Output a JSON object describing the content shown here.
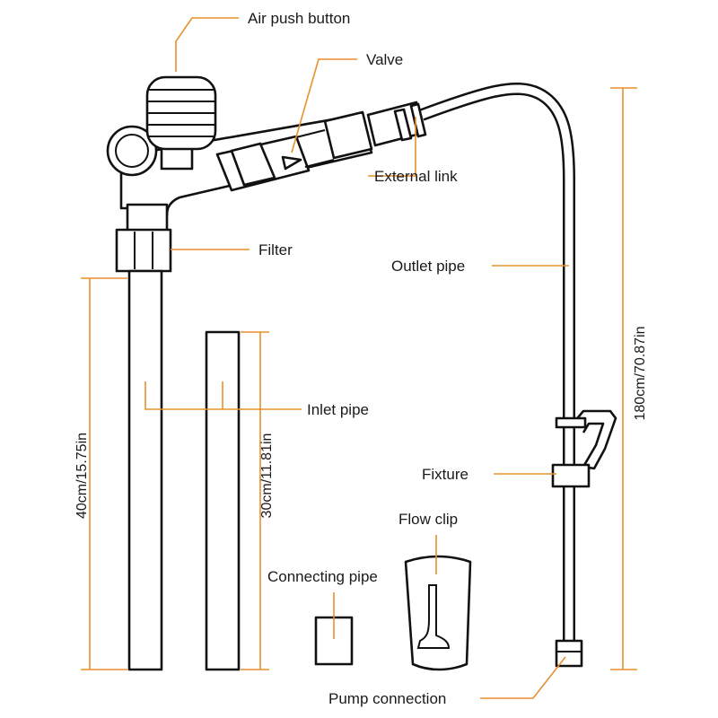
{
  "accent_color": "#e8902c",
  "labels": {
    "air_push_button": "Air push button",
    "valve": "Valve",
    "external_link": "External link",
    "filter": "Filter",
    "outlet_pipe": "Outlet pipe",
    "inlet_pipe": "Inlet pipe",
    "fixture": "Fixture",
    "flow_clip": "Flow clip",
    "connecting_pipe": "Connecting pipe",
    "pump_connection": "Pump connection"
  },
  "dimensions": {
    "long_inlet": "40cm/15.75in",
    "short_inlet": "30cm/11.81in",
    "outlet": "180cm/70.87in"
  }
}
